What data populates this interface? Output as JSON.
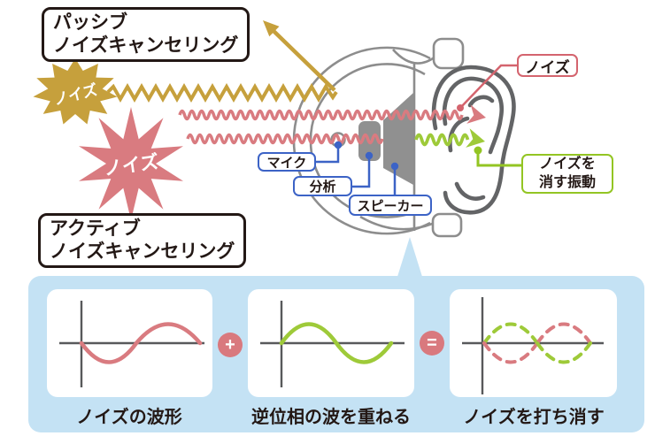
{
  "header": {
    "passive_label": {
      "line1": "パッシブ",
      "line2": "ノイズキャンセリング"
    },
    "active_label": {
      "line1": "アクティブ",
      "line2": "ノイズキャンセリング"
    }
  },
  "noise_sources": {
    "gold_star_label": "ノイズ",
    "pink_star_label": "ノイズ"
  },
  "headphone": {
    "mic_label": "マイク",
    "analysis_label": "分析",
    "speaker_label": "スピーカー"
  },
  "ear_callouts": {
    "noise_label": "ノイズ",
    "cancel_label_line1": "ノイズを",
    "cancel_label_line2": "消す振動"
  },
  "wave_panel": {
    "cards": [
      {
        "caption": "ノイズの波形"
      },
      {
        "caption": "逆位相の波を重ねる"
      },
      {
        "caption": "ノイズを打ち消す"
      }
    ],
    "operators": {
      "plus": "+",
      "equals": "="
    }
  },
  "colors": {
    "panel_blue": "#c4e2f4",
    "noise_gold": "#c6a03c",
    "noise_pink": "#d97b80",
    "cancel_green": "#9eca39",
    "callout_blue": "#3c63c6",
    "pink_border": "#d4646e",
    "green_border": "#93c523",
    "headphone_gray": "#8d8d8d",
    "ear_gray": "#636466",
    "axis_gray": "#58595b",
    "text_black": "#231815"
  }
}
